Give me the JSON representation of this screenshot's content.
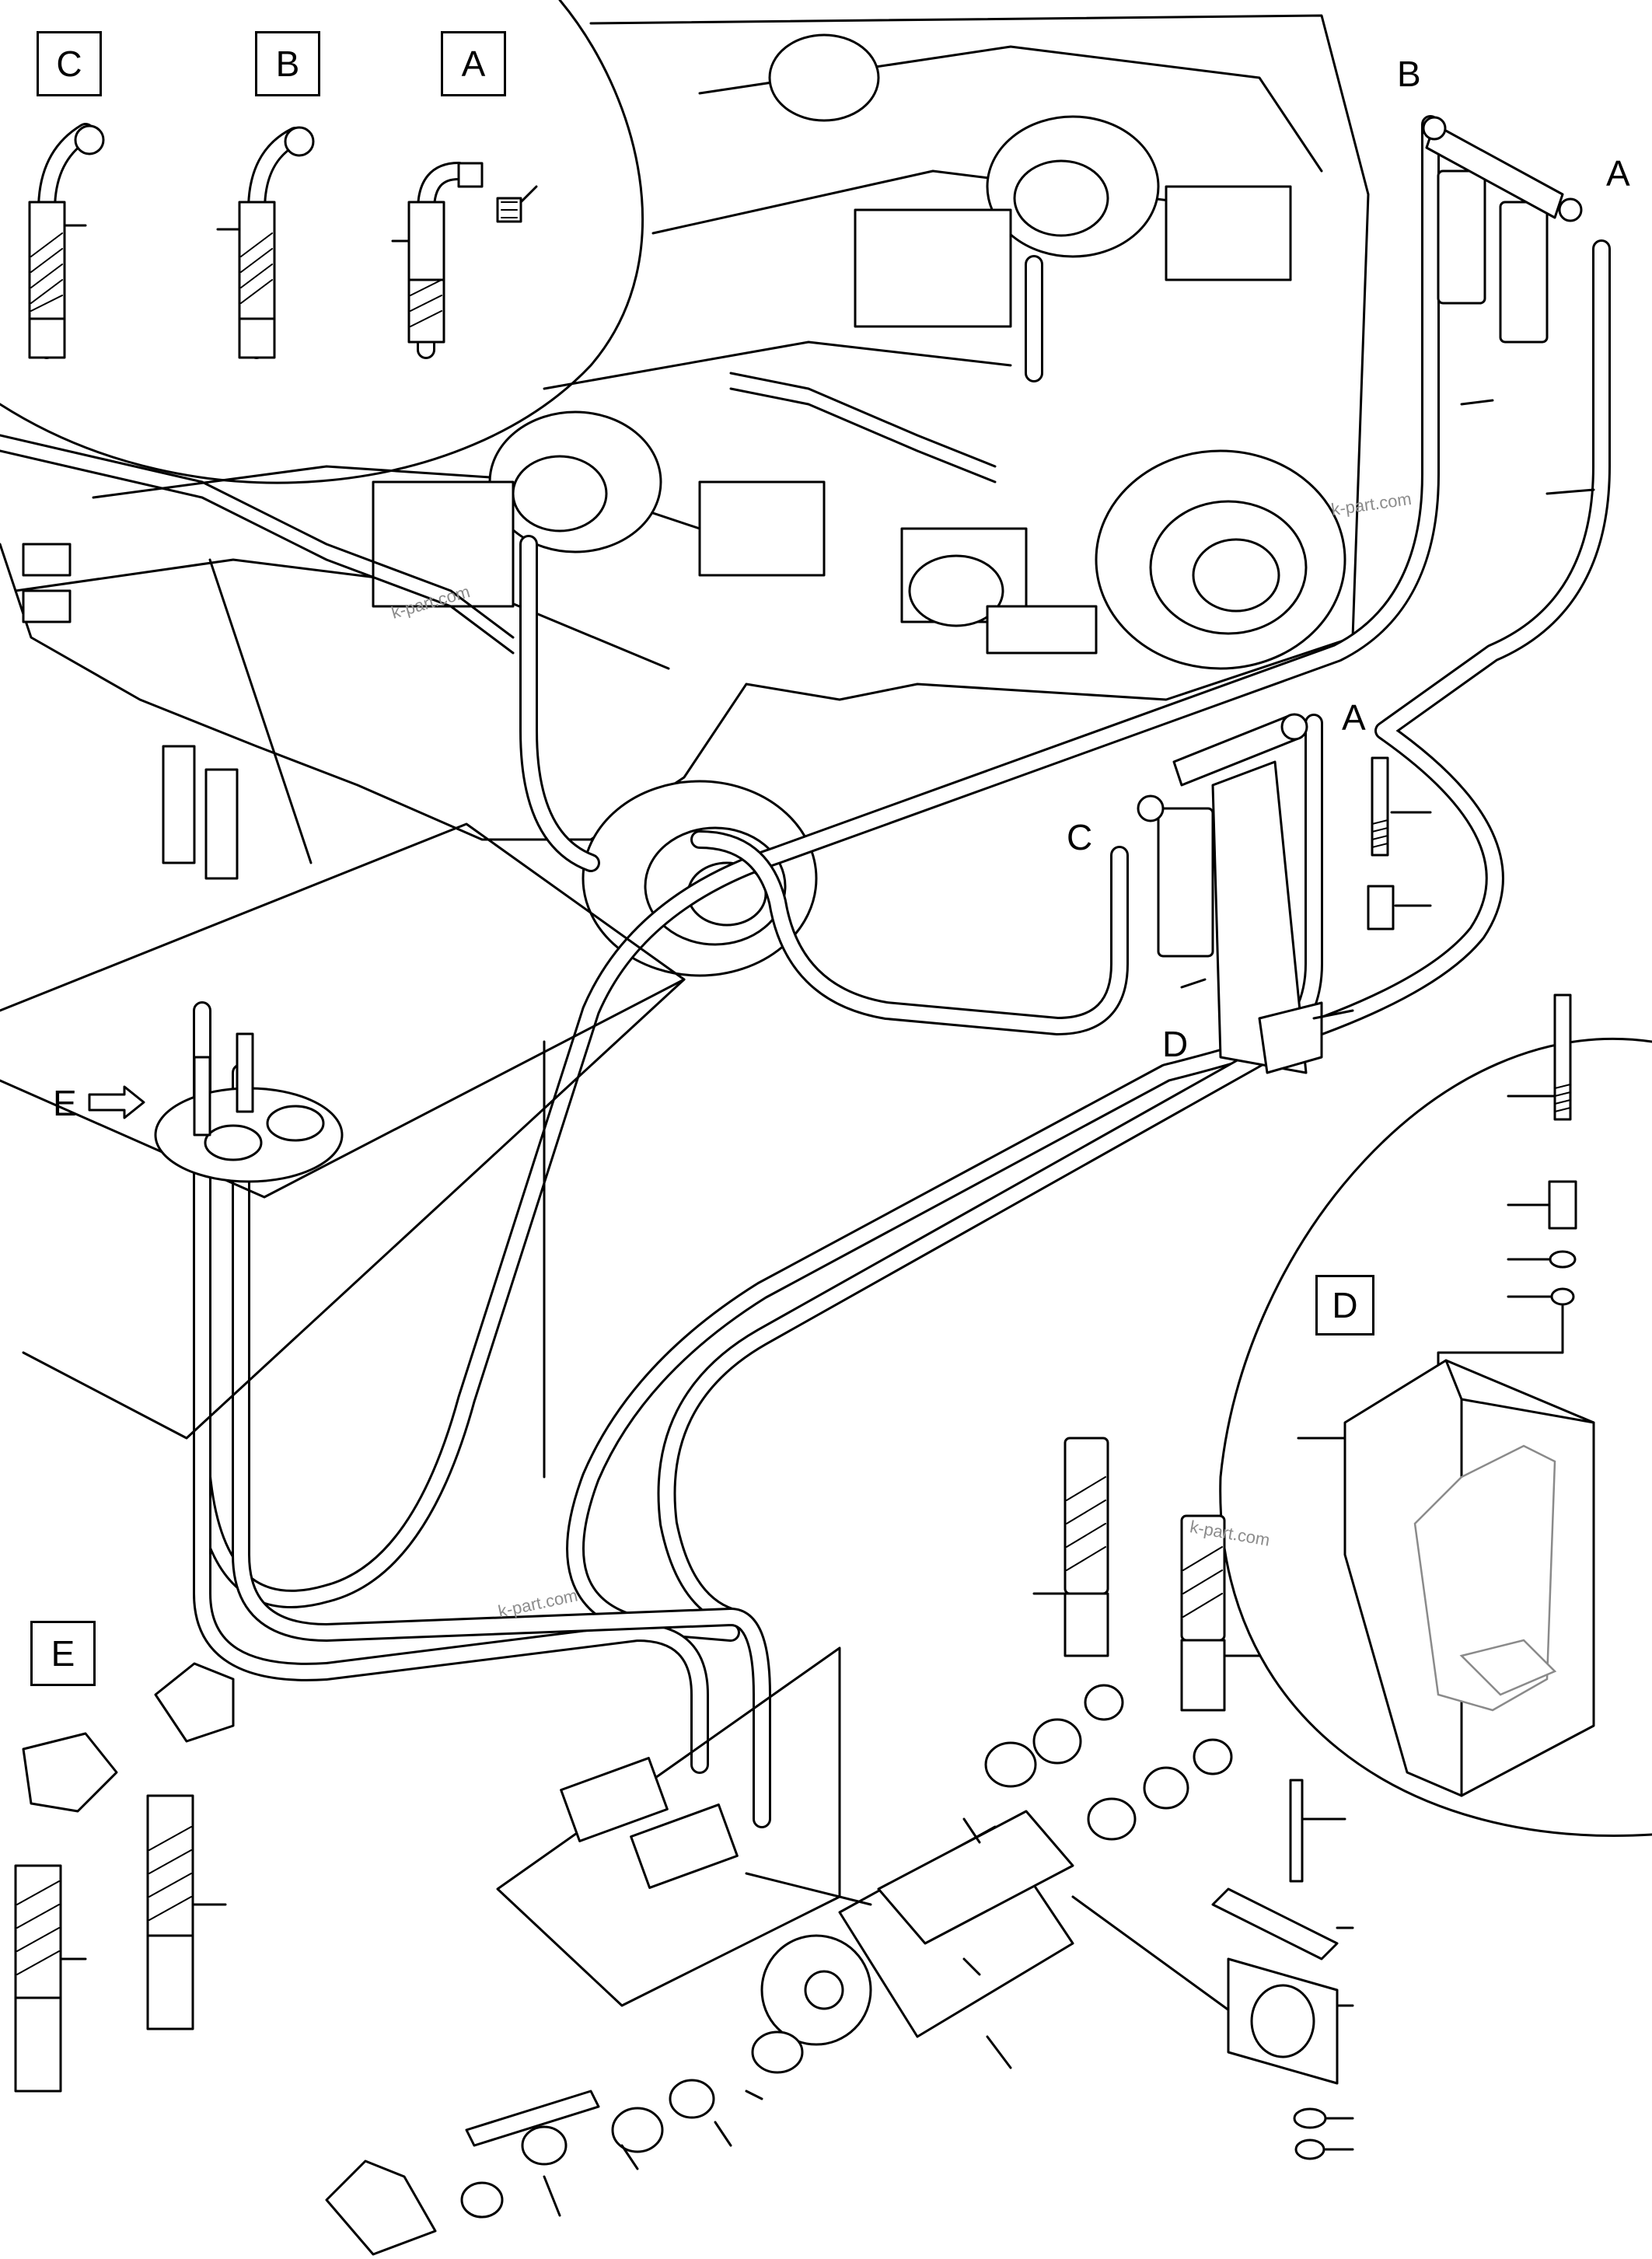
{
  "detail_boxes": {
    "c_top": "C",
    "b_top": "B",
    "a_top": "A",
    "d_right": "D",
    "e_bottom": "E"
  },
  "callout_letters": {
    "b_upper_right": "B",
    "a_upper_right": "A",
    "a_mid": "A",
    "c_mid": "C",
    "d_mid": "D",
    "e_arrow": "E"
  },
  "watermarks": {
    "wm1": "k-part.com",
    "wm2": "k-part.com",
    "wm3": "k-part.com",
    "wm4": "k-part.com"
  },
  "icons": {
    "view_arrow": "right-arrow-outline-icon"
  },
  "colors": {
    "line": "#000000",
    "background": "#ffffff",
    "watermark": "#8c8c8c"
  }
}
